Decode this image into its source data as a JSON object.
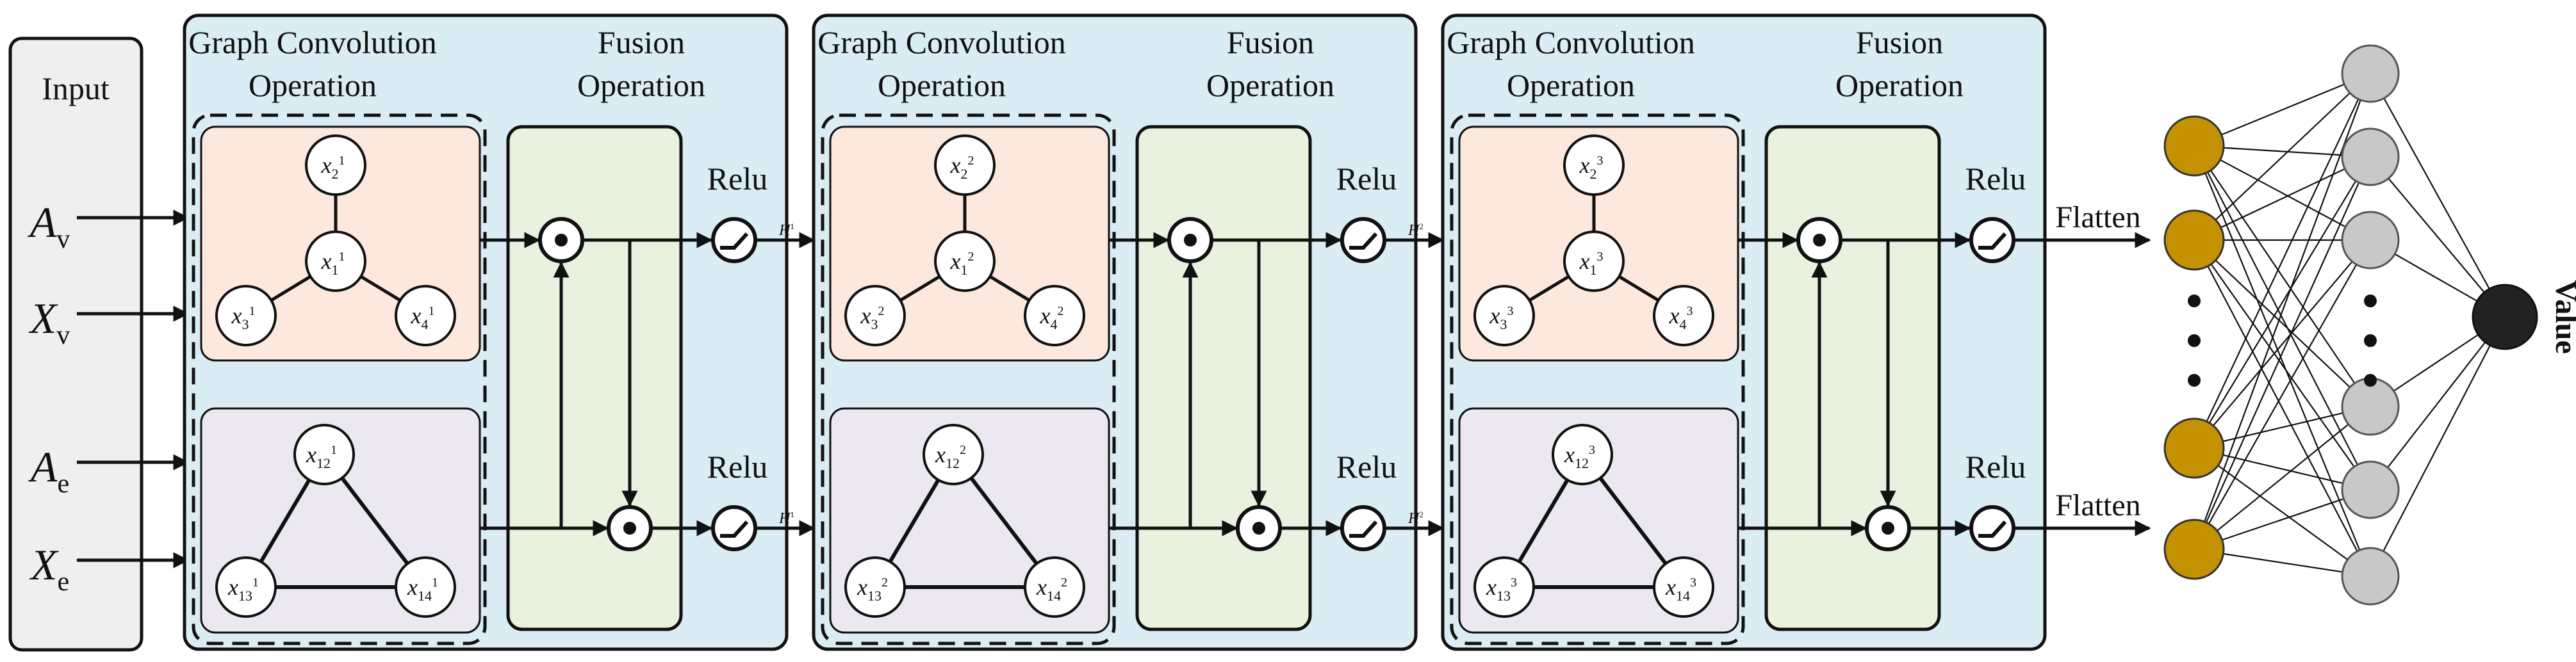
{
  "input": {
    "title": "Input",
    "labels": [
      {
        "base": "A",
        "sub": "v"
      },
      {
        "base": "X",
        "sub": "v"
      },
      {
        "base": "A",
        "sub": "e"
      },
      {
        "base": "X",
        "sub": "e"
      }
    ]
  },
  "blocks": [
    {
      "gc_title": [
        "Graph Convolution",
        "Operation"
      ],
      "fusion_title": [
        "Fusion",
        "Operation"
      ],
      "node_graph": {
        "center": {
          "base": "x",
          "sub": "1",
          "sup": "1"
        },
        "top": {
          "base": "x",
          "sub": "2",
          "sup": "1"
        },
        "left": {
          "base": "x",
          "sub": "3",
          "sup": "1"
        },
        "right": {
          "base": "x",
          "sub": "4",
          "sup": "1"
        }
      },
      "edge_graph": {
        "top": {
          "base": "x",
          "sub": "12",
          "sup": "1"
        },
        "left": {
          "base": "x",
          "sub": "13",
          "sup": "1"
        },
        "right": {
          "base": "x",
          "sub": "14",
          "sup": "1"
        }
      },
      "relu_top": "Relu",
      "relu_bottom": "Relu",
      "h_top": {
        "base": "H",
        "sup": "1"
      },
      "h_bottom": {
        "base": "H",
        "sup": "1"
      }
    },
    {
      "gc_title": [
        "Graph Convolution",
        "Operation"
      ],
      "fusion_title": [
        "Fusion",
        "Operation"
      ],
      "node_graph": {
        "center": {
          "base": "x",
          "sub": "1",
          "sup": "2"
        },
        "top": {
          "base": "x",
          "sub": "2",
          "sup": "2"
        },
        "left": {
          "base": "x",
          "sub": "3",
          "sup": "2"
        },
        "right": {
          "base": "x",
          "sub": "4",
          "sup": "2"
        }
      },
      "edge_graph": {
        "top": {
          "base": "x",
          "sub": "12",
          "sup": "2"
        },
        "left": {
          "base": "x",
          "sub": "13",
          "sup": "2"
        },
        "right": {
          "base": "x",
          "sub": "14",
          "sup": "2"
        }
      },
      "relu_top": "Relu",
      "relu_bottom": "Relu",
      "h_top": {
        "base": "H",
        "sup": "2"
      },
      "h_bottom": {
        "base": "H",
        "sup": "2"
      }
    },
    {
      "gc_title": [
        "Graph Convolution",
        "Operation"
      ],
      "fusion_title": [
        "Fusion",
        "Operation"
      ],
      "node_graph": {
        "center": {
          "base": "x",
          "sub": "1",
          "sup": "3"
        },
        "top": {
          "base": "x",
          "sub": "2",
          "sup": "3"
        },
        "left": {
          "base": "x",
          "sub": "3",
          "sup": "3"
        },
        "right": {
          "base": "x",
          "sub": "4",
          "sup": "3"
        }
      },
      "edge_graph": {
        "top": {
          "base": "x",
          "sub": "12",
          "sup": "3"
        },
        "left": {
          "base": "x",
          "sub": "13",
          "sup": "3"
        },
        "right": {
          "base": "x",
          "sub": "14",
          "sup": "3"
        }
      },
      "relu_top": "Relu",
      "relu_bottom": "Relu"
    }
  ],
  "flatten_top": "Flatten",
  "flatten_bottom": "Flatten",
  "output_label": "Value",
  "colors": {
    "block_bg": "#daedf4",
    "input_bg": "#efefef",
    "node_graph_bg": "#fce8dc",
    "edge_graph_bg": "#ece8f1",
    "fusion_bg": "#e9f1df",
    "input_neuron": "#c49200",
    "hidden_neuron": "#c8c8c8",
    "output_neuron": "#222222"
  }
}
